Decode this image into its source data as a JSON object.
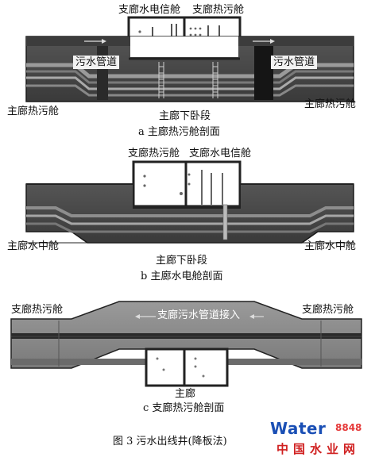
{
  "panel_a": {
    "top_label_left": "支廊水电信舱",
    "top_label_right": "支廊热污舱",
    "pipe_left": "污水管道",
    "pipe_right": "污水管道",
    "side_left": "主廊热污舱",
    "side_right": "主廊热污舱",
    "bottom_label": "主廊下卧段",
    "caption": "a 主廊热污舱剖面"
  },
  "panel_b": {
    "top_label_left": "支廊热污舱",
    "top_label_right": "支廊水电信舱",
    "side_left": "主廊水中舱",
    "side_right": "主廊水中舱",
    "bottom_label": "主廊下卧段",
    "caption": "b 主廊水电舱剖面"
  },
  "panel_c": {
    "side_left": "支廊热污舱",
    "side_right": "支廊热污舱",
    "center_label": "支廊污水管道接入",
    "bottom_label": "主廊",
    "caption": "c 支廊热污舱剖面"
  },
  "figure_caption": "图 3 污水出线井(降板法)",
  "watermark": {
    "word": "Water",
    "number": "8848",
    "sub": "中国水业网"
  },
  "colors": {
    "slab": "#4a4a4a",
    "slab_dark": "#2e2e2e",
    "pipe": "#9a9a9a",
    "pipe_light": "#c8c8c8",
    "room_bg": "#ffffff",
    "edge": "#1a1a1a",
    "panel_c_fill": "#8a8a8a"
  }
}
